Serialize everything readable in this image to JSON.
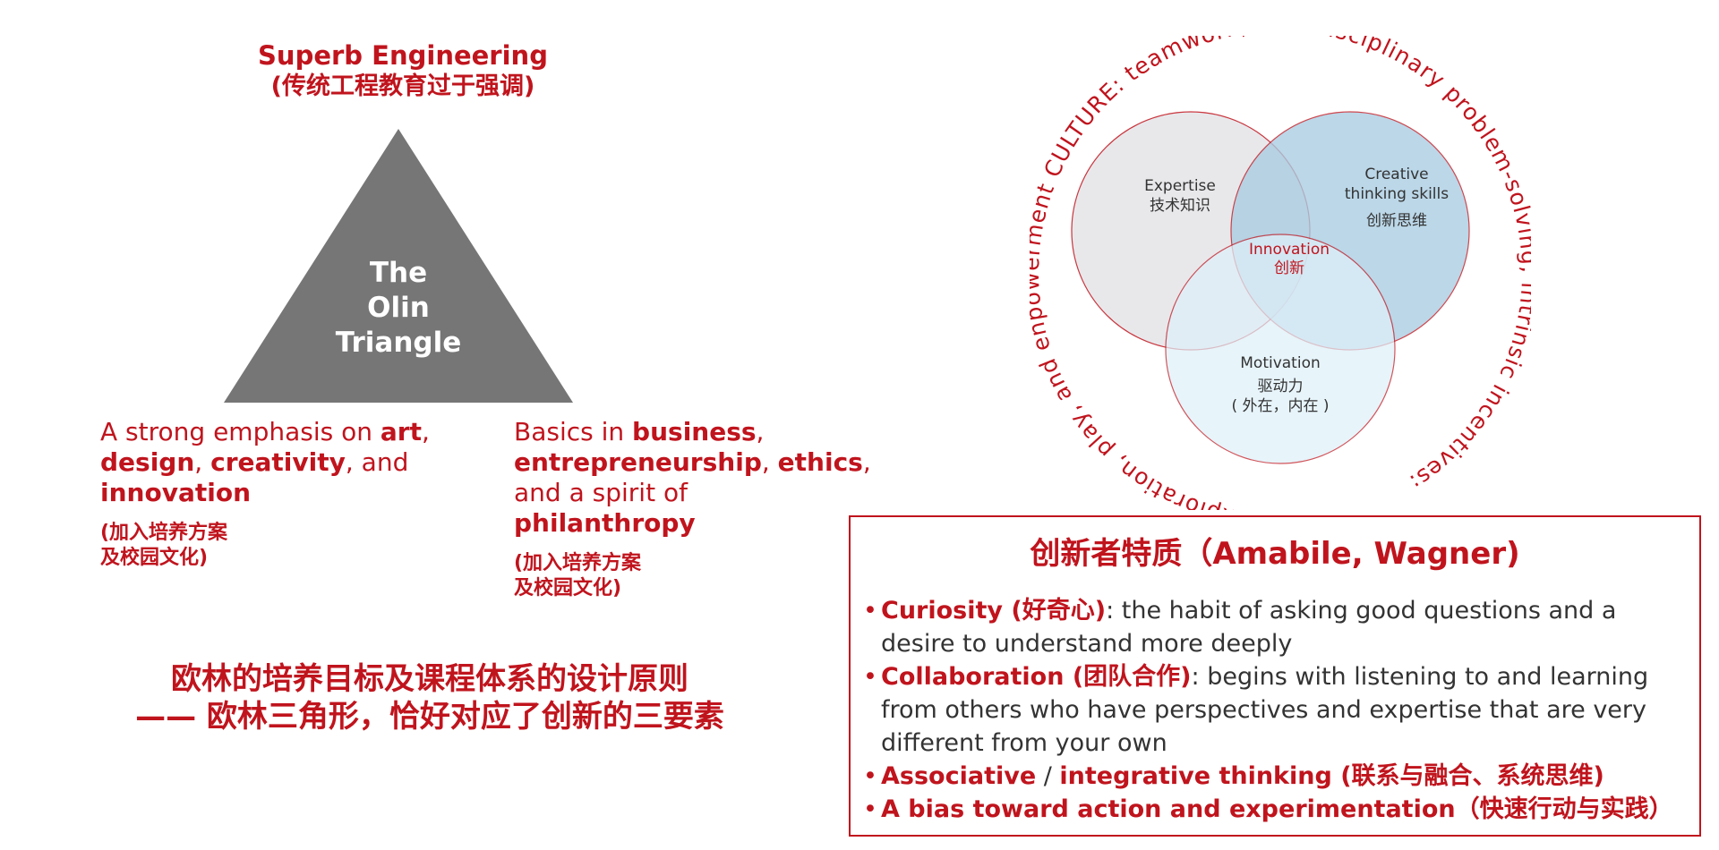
{
  "olin": {
    "top_title": "Superb Engineering",
    "top_subtitle": "(传统工程教育过于强调)",
    "triangle_lines": [
      "The",
      "Olin",
      "Triangle"
    ],
    "left_corner": {
      "prefix": "A strong emphasis on ",
      "art": "art",
      "comma1": ",",
      "design": "design",
      "comma2": ", ",
      "creativity": "creativity",
      "and": ", and",
      "innovation": "innovation",
      "note": "(加入培养方案\n及校园文化)"
    },
    "right_corner": {
      "prefix": "Basics in ",
      "business": "business",
      "comma1": ",",
      "entrepreneurship": "entrepreneurship",
      "comma2": ", ",
      "ethics": "ethics",
      "comma3": ",",
      "spirit": "and a spirit of",
      "philanthropy": "philanthropy",
      "note": "(加入培养方案\n及校园文化)"
    },
    "principle_line1": "欧林的培养目标及课程体系的设计原则",
    "principle_line2": "—— 欧林三角形，恰好对应了创新的三要素"
  },
  "venn": {
    "culture_ring": "exploration, play, and enpowerment  CULTURE: teamwork, interdisciplinary problem-solving, intrinsic incentives:",
    "expertise": [
      "Expertise",
      "技术知识"
    ],
    "creative": [
      "Creative",
      "thinking skills",
      "创新思维"
    ],
    "motivation": [
      "Motivation",
      "驱动力",
      "( 外在，内在 )"
    ],
    "core": [
      "Innovation",
      "创新"
    ],
    "colors": {
      "expertise": "#e4e4e8",
      "creative": "#a9cde2",
      "motivation": "#dff0f9",
      "accent": "#c0141d"
    }
  },
  "traits": {
    "title": "创新者特质（Amabile, Wagner)",
    "bullet": "•",
    "items": [
      {
        "name": "Curiosity (好奇心)",
        "desc": ": the habit of asking good questions and a desire to understand more deeply"
      },
      {
        "name": "Collaboration (团队合作)",
        "desc": ": begins with listening to and learning from others who have perspectives and expertise that are very different from your own"
      },
      {
        "name_a": "Associative",
        "sep": " / ",
        "name_b": "integrative thinking (联系与融合、系统思维)"
      },
      {
        "name": "A bias toward action and experimentation（快速行动与实践）",
        "desc": ""
      }
    ]
  }
}
